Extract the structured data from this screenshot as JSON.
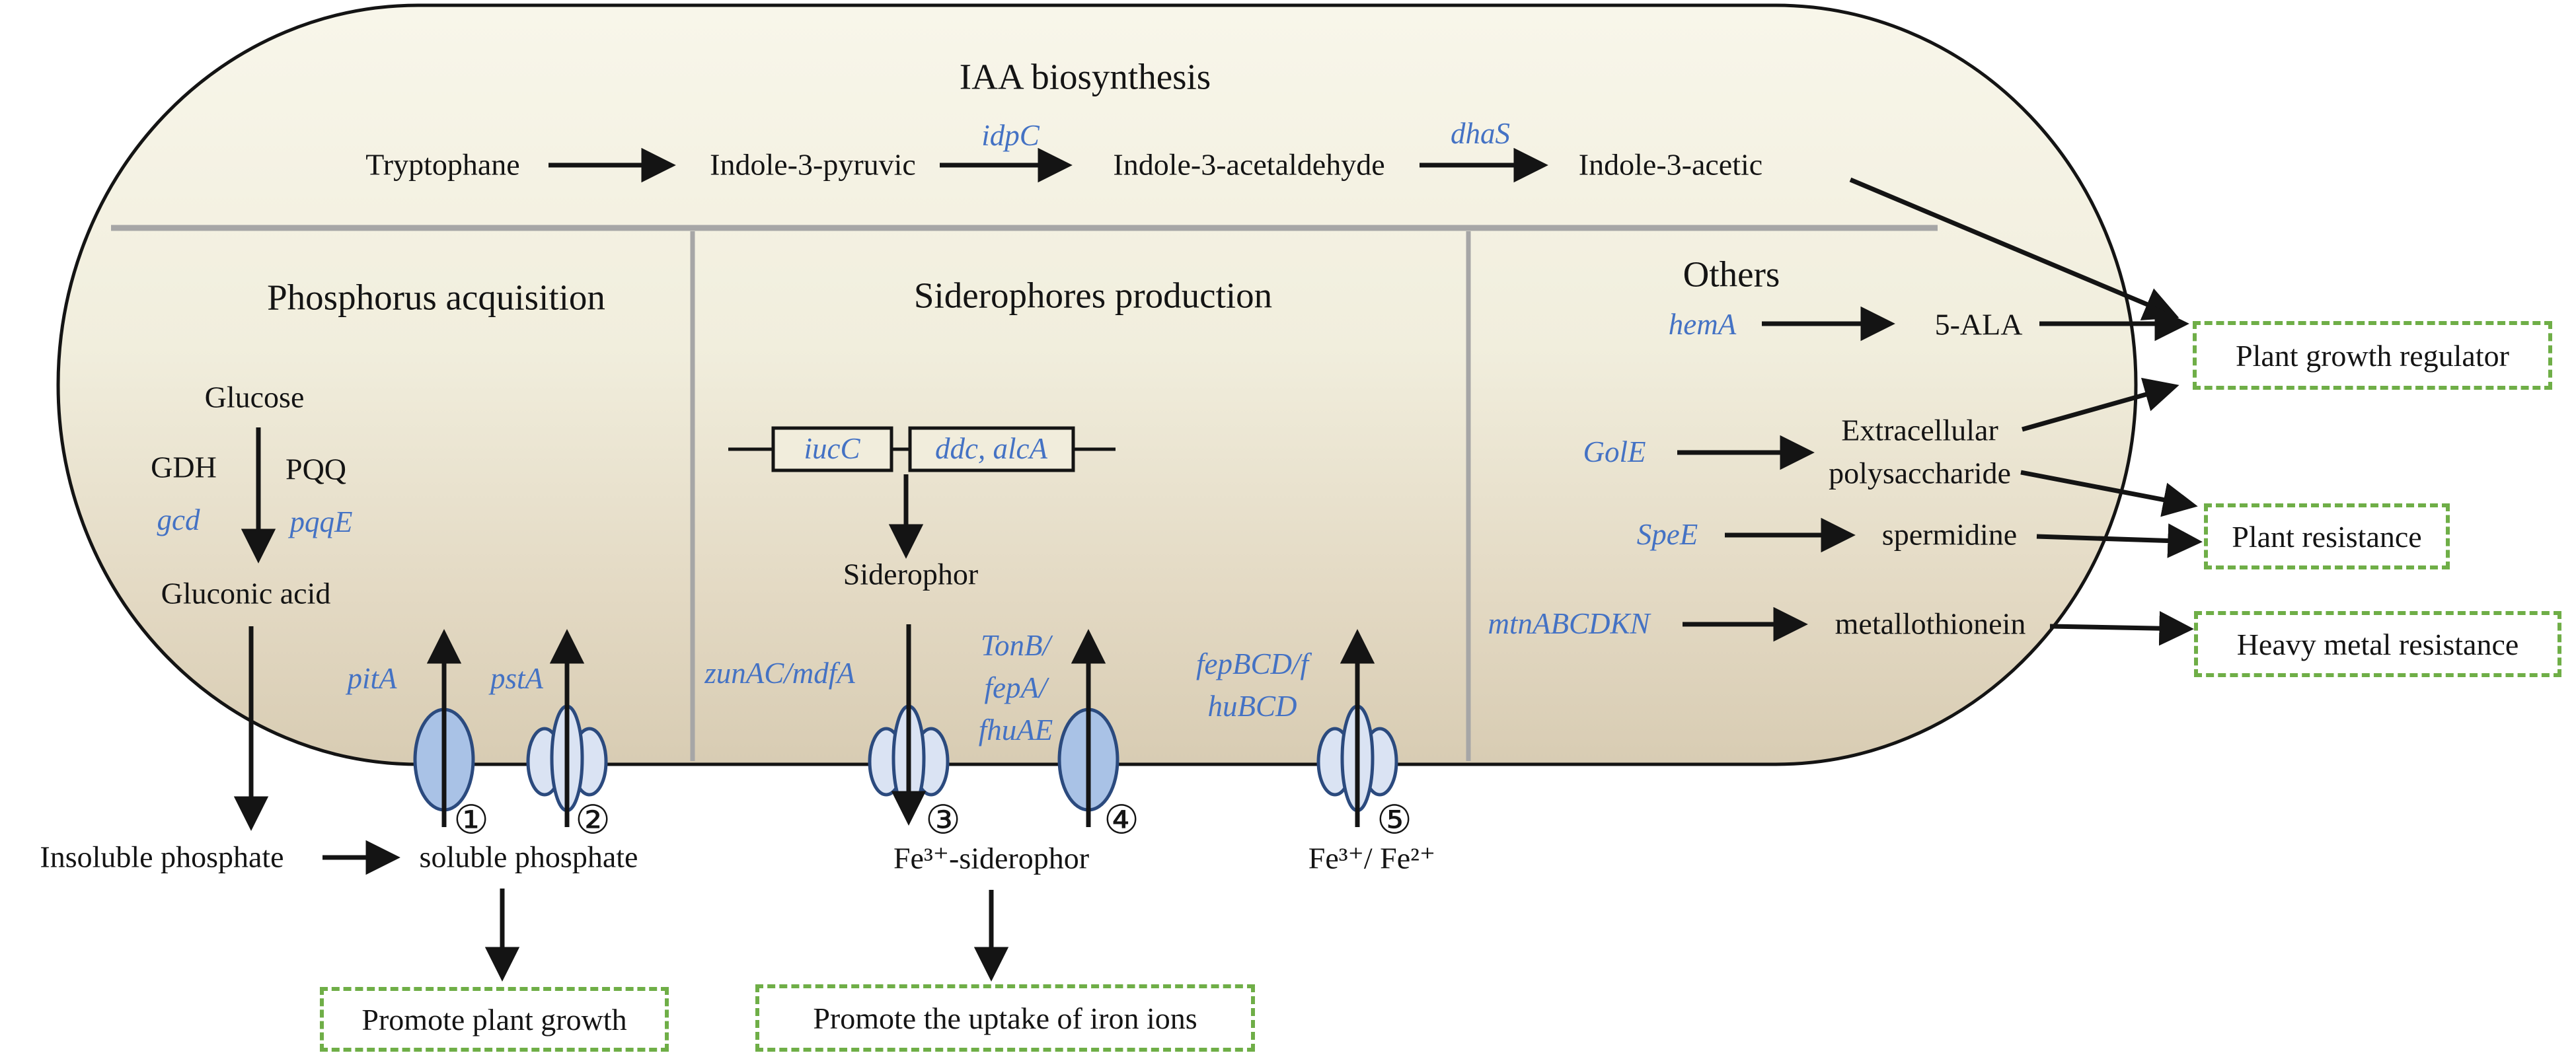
{
  "colors": {
    "cell_top": "#f7f5e8",
    "cell_bottom": "#d8ccb3",
    "membrane": "#141414",
    "divider": "#a6a6a6",
    "gene_blue": "#4472c4",
    "outcome_green": "#6fae47",
    "t_dark": "#a9c2e6",
    "t_light": "#dae3f3",
    "t_stroke": "#2b4a7e"
  },
  "iaa": {
    "title": "IAA biosynthesis",
    "substrate": "Tryptophane",
    "intermediate1": "Indole-3-pyruvic",
    "gene1": "idpC",
    "intermediate2": "Indole-3-acetaldehyde",
    "gene2": "dhaS",
    "product": "Indole-3-acetic"
  },
  "phosphorus": {
    "title": "Phosphorus acquisition",
    "substrate": "Glucose",
    "enzyme": "GDH",
    "cofactor": "PQQ",
    "gene_left": "gcd",
    "gene_right": "pqqE",
    "product": "Gluconic acid",
    "transporter1_gene": "pitA",
    "transporter2_gene": "pstA",
    "transporter1_number": "①",
    "transporter2_number": "②",
    "external_substrate": "Insoluble phosphate",
    "external_product": "soluble phosphate"
  },
  "siderophores": {
    "title": "Siderophores production",
    "operon_gene1": "iucC",
    "operon_gene2": "ddc, alcA",
    "product": "Siderophor",
    "exporter_gene": "zunAC/mdfA",
    "exporter_number": "③",
    "receptor_gene": "TonB/\nfepA/\nfhuAE",
    "receptor_number": "④",
    "abc_gene": "fepBCD/f\nhuBCD",
    "abc_number": "⑤",
    "complex": "Fe³⁺-siderophor",
    "ions": "Fe³⁺/ Fe²⁺"
  },
  "others": {
    "title": "Others",
    "rows": [
      {
        "gene": "hemA",
        "product": "5-ALA"
      },
      {
        "gene": "GolE",
        "product": "Extracellular\npolysaccharide"
      },
      {
        "gene": "SpeE",
        "product": "spermidine"
      },
      {
        "gene": "mtnABCDKN",
        "product": "metallothionein"
      }
    ]
  },
  "outcomes": {
    "plant_growth_regulator": "Plant growth regulator",
    "plant_resistance": "Plant resistance",
    "heavy_metal_resistance": "Heavy metal resistance",
    "promote_plant_growth": "Promote plant growth",
    "promote_iron_uptake": "Promote the uptake of iron ions"
  }
}
